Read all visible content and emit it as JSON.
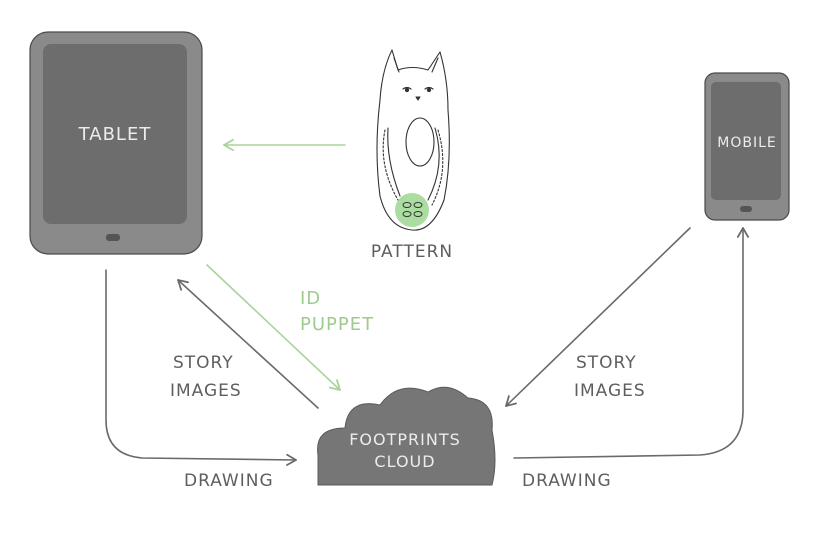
{
  "nodes": {
    "tablet": {
      "label": "TABLET"
    },
    "mobile": {
      "label": "MOBILE"
    },
    "pattern": {
      "label": "PATTERN"
    },
    "cloud": {
      "label_line1": "FOOTPRINTS",
      "label_line2": "CLOUD"
    }
  },
  "edges": {
    "pattern_to_tablet": {
      "label": ""
    },
    "tablet_to_cloud": {
      "label_line1": "ID",
      "label_line2": "PUPPET"
    },
    "cloud_to_tablet": {
      "label_line1": "STORY",
      "label_line2": "IMAGES"
    },
    "tablet_drawing": {
      "label": "DRAWING"
    },
    "mobile_to_cloud": {
      "label_line1": "STORY",
      "label_line2": "IMAGES"
    },
    "cloud_drawing_to_mobile": {
      "label": "DRAWING"
    }
  },
  "colors": {
    "device_frame": "#8a8a8a",
    "device_screen": "#6d6d6d",
    "arrow_gray": "#6a6a6a",
    "arrow_green": "#a9d39a",
    "cloud_fill": "#767676",
    "pattern_highlight": "#8fd080"
  }
}
